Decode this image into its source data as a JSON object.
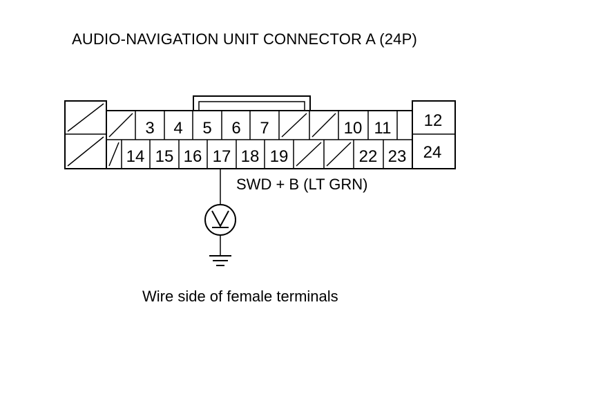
{
  "title": "AUDIO-NAVIGATION UNIT CONNECTOR A (24P)",
  "caption": "Wire side of female terminals",
  "connector": {
    "terminals_top_row": [
      "3",
      "4",
      "5",
      "6",
      "7",
      "10",
      "11",
      "12"
    ],
    "terminals_bottom_row": [
      "14",
      "15",
      "16",
      "17",
      "18",
      "19",
      "22",
      "23",
      "24"
    ]
  },
  "probe": {
    "terminal": "17",
    "wire_label": "SWD  + B (LT GRN)",
    "meter": "voltmeter",
    "meter_symbol": "V",
    "reference": "ground"
  }
}
